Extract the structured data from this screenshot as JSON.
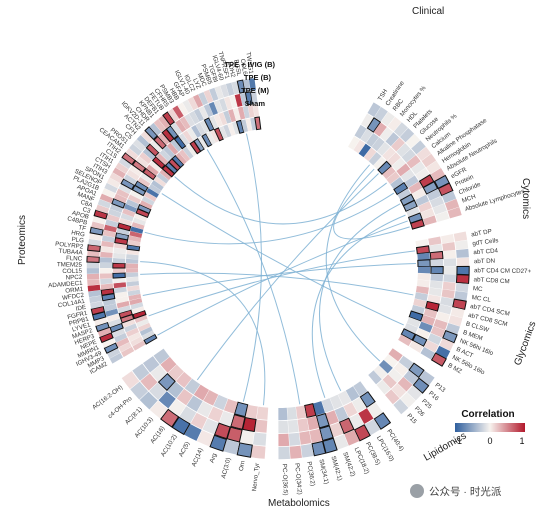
{
  "rings": {
    "outer": "TPE + IVIG (B)",
    "second": "TPE (B)",
    "third": "TPE (M)",
    "inner": "Sham"
  },
  "sections": [
    {
      "name": "Clinical",
      "labels": [
        "TSH",
        "Creatinine",
        "RBC",
        "Monocytes %",
        "HDL",
        "Platelets",
        "Glucose",
        "Neutrophils %",
        "Calcium",
        "Alkaline Phosphatase",
        "Hemoglobin",
        "Absolute Neutrophils",
        "eGFR",
        "Protein",
        "Chloride",
        "MCH",
        "Absolute Lymphocytes"
      ]
    },
    {
      "name": "Cytomics",
      "labels": [
        "abT DP",
        "gdT Cells",
        "abT CD4",
        "abT DN",
        "abT CD4 CM CD27+",
        "abT CD8 CM",
        "MC",
        "MC CL",
        "abT CD4 SCM",
        "abT CD8 SCM",
        "B CLSW",
        "B MEM",
        "NK 56hi 16lo",
        "B ACT",
        "NK 56lo 16lo",
        "B MZ"
      ]
    },
    {
      "name": "Glycomics",
      "labels": [
        "P13",
        "P16",
        "P25",
        "P26",
        "P15"
      ]
    },
    {
      "name": "Lipidomics",
      "labels": [
        "PC(40:4)",
        "LPC(16:0)",
        "PC(38:5)",
        "LPC(18:2)",
        "SM(42:2)",
        "SM(42:1)",
        "SM(34:1)",
        "PC(36:2)",
        "PC-O(34:2)",
        "PC-O(36:5)"
      ]
    },
    {
      "name": "Metabolomics",
      "labels": [
        "Nervo_Tyr",
        "Orn",
        "AC(3:0)",
        "Arg",
        "AC(14)",
        "AC(5)",
        "AC(10:2)",
        "AC(16)",
        "AC(10:3)",
        "AC(8:1)",
        "c4-OH-Pro",
        "AC(16:2-OH)"
      ]
    },
    {
      "name": "Proteomics",
      "labels": [
        "ICAM2",
        "MMP3",
        "IGHV3-49",
        "MMRN1",
        "NEPE",
        "HERP3",
        "MASP2",
        "LYVE1",
        "PRPB1",
        "FGFR1",
        "IDE",
        "COL14A1",
        "WFDC2",
        "ORM1",
        "ADAMDEC1",
        "NPC2",
        "COL15",
        "TMEM25",
        "FLNC",
        "TUBA4A",
        "POLYRP2",
        "PLG",
        "HRG",
        "TF",
        "C4BPB",
        "APOB",
        "C3",
        "C8A",
        "MANF",
        "APOA1",
        "PLA2G1B",
        "SELENOP",
        "SPON1",
        "ITIH3",
        "CTSH",
        "ITIH1",
        "C1S",
        "ITIH2",
        "CEACAM1",
        "PROS1",
        "C5",
        "CFH",
        "ACTN2",
        "IGKV2D-11",
        "CHDR",
        "KPNB1",
        "DEFB1",
        "FETUB",
        "CFHR5",
        "PSMB3",
        "HBB",
        "GFAP",
        "IGLV1-40",
        "IGLC2",
        "LYZ",
        "MDC",
        "PSMB5",
        "TGFBI",
        "IGLV4-60",
        "TNFRSF1",
        "LDH2",
        "BGSL",
        "COL6",
        "TWSG1"
      ]
    }
  ],
  "legend": {
    "title": "Correlation",
    "ticks": [
      "-1",
      "0",
      "1"
    ]
  },
  "watermark": "公众号 · 时光派",
  "colors": {
    "neg": "#2f5f9e",
    "zero": "#f7f3ef",
    "pos": "#b2182b",
    "link": "#7fb1d3"
  }
}
